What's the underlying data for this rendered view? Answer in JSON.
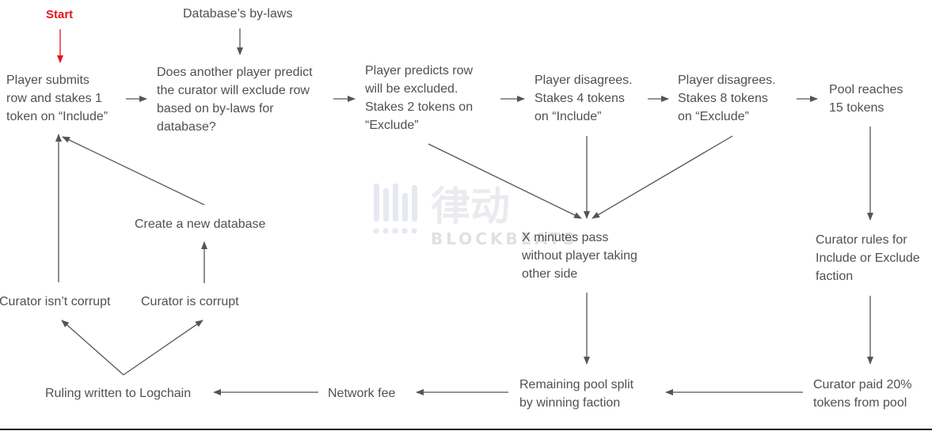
{
  "diagram": {
    "start_label": "Start",
    "bylaws_label": "Database’s by-laws",
    "submit_label": "Player submits\nrow and stakes 1\ntoken on “Include”",
    "predict_label": "Does another player predict\nthe curator will exclude row\nbased on by-laws for\ndatabase?",
    "excluded_label": "Player predicts row\nwill be excluded.\nStakes 2 tokens on\n“Exclude”",
    "disagree4_label": "Player disagrees.\nStakes 4 tokens\non “Include”",
    "disagree8_label": "Player disagrees.\nStakes 8 tokens\non “Exclude”",
    "pool15_label": "Pool reaches\n15 tokens",
    "new_db_label": "Create a new database",
    "xminutes_label": "X minutes pass\nwithout player taking\nother side",
    "curator_rules_label": "Curator rules for\nInclude or Exclude\nfaction",
    "not_corrupt_label": "Curator isn’t corrupt",
    "corrupt_label": "Curator is corrupt",
    "ruling_label": "Ruling written to Logchain",
    "network_fee_label": "Network fee",
    "pool_split_label": "Remaining pool split\nby winning faction",
    "curator_paid_label": "Curator paid 20%\ntokens from pool"
  },
  "watermark": {
    "text": "BLOCKBEATS"
  },
  "colors": {
    "text": "#505050",
    "start": "#e8141b",
    "arrow": "#555555"
  }
}
